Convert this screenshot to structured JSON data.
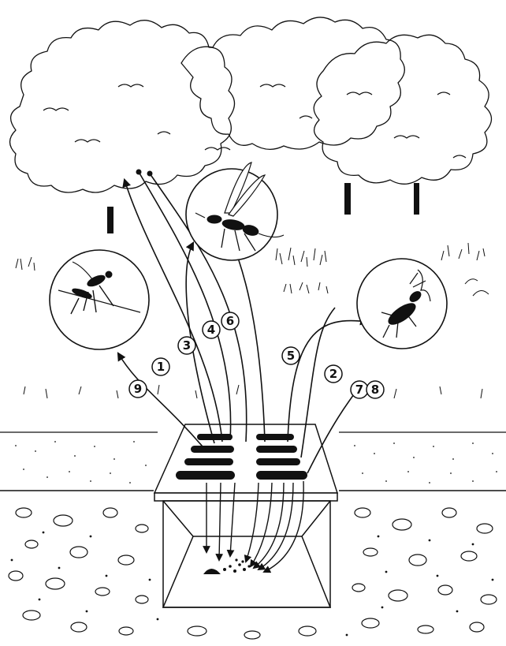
{
  "diagram": {
    "type": "illustration",
    "subject": "insect dispersal from a buried trap",
    "markers": [
      {
        "id": "1",
        "label": "1"
      },
      {
        "id": "2",
        "label": "2"
      },
      {
        "id": "3",
        "label": "3"
      },
      {
        "id": "4",
        "label": "4"
      },
      {
        "id": "5",
        "label": "5"
      },
      {
        "id": "6",
        "label": "6"
      },
      {
        "id": "7",
        "label": "7"
      },
      {
        "id": "8",
        "label": "8"
      },
      {
        "id": "9",
        "label": "9"
      }
    ],
    "insets": [
      {
        "id": "left-insect",
        "icon": "mosquito-icon"
      },
      {
        "id": "center-insect",
        "icon": "wasp-icon"
      },
      {
        "id": "right-insect",
        "icon": "beetle-icon"
      }
    ],
    "colors": {
      "ink": "#111111",
      "paper": "#ffffff"
    }
  }
}
